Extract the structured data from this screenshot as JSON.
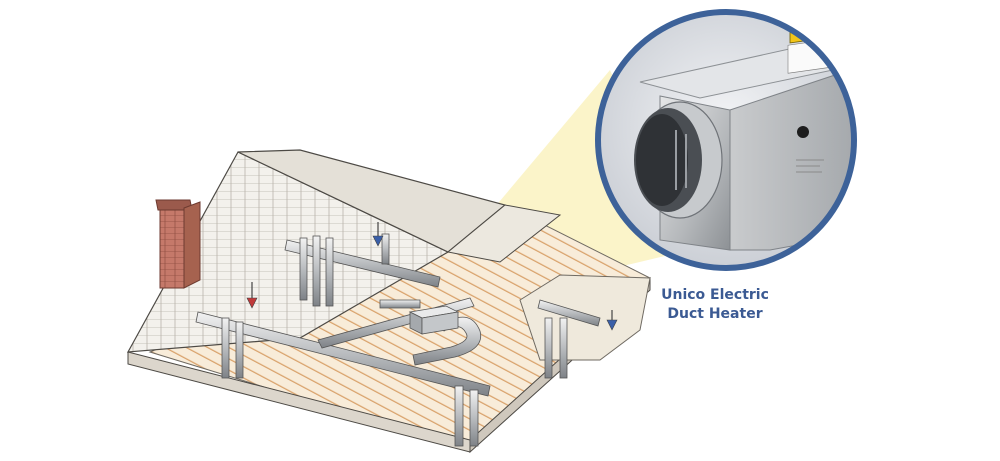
{
  "callout": {
    "caption_line1": "Unico Electric",
    "caption_line2": "Duct Heater",
    "caption_color": "#3b5a93",
    "ring_color": "#3d6299",
    "beam_color": "#fbf4c9"
  },
  "illustration": {
    "subject": "Cutaway house roof attic with duct system",
    "icons": [
      "house-roof-icon",
      "chimney-icon",
      "duct-heater-unit-icon",
      "airflow-arrow-icon"
    ]
  }
}
